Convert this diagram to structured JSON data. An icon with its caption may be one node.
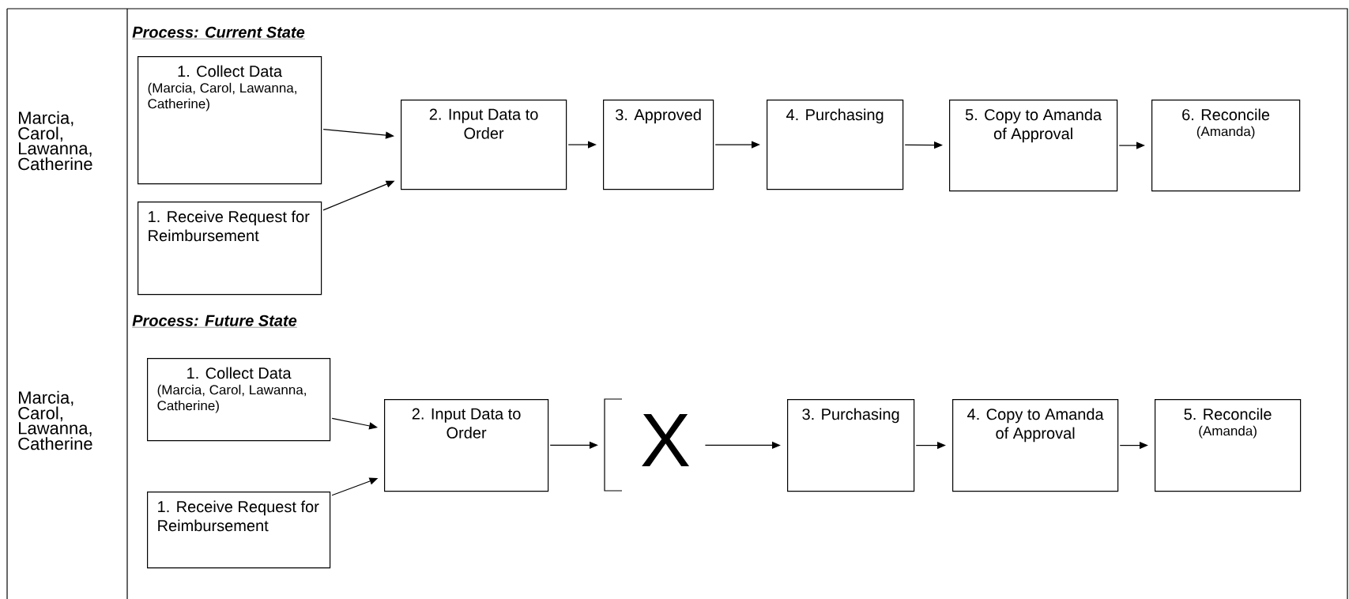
{
  "diagram": {
    "nodes": [
      {
        "text": [
          "1. Collect Data",
          "(Marcia, Carol, Lawanna, Catherine)"
        ]
      },
      {
        "text": [
          "1. Receive Request for Reimbursement"
        ]
      },
      {
        "text": [
          "2. Input Data to Order"
        ]
      },
      {
        "text": [
          "3. Approved"
        ]
      },
      {
        "text": [
          "4. Purchasing"
        ]
      },
      {
        "text": [
          "5. Copy to Amanda of Approval"
        ]
      },
      {
        "text": [
          "6. Reconcile",
          "(Amanda)"
        ]
      },
      {
        "text": [
          "1. Collect Data",
          "(Marcia, Carol, Lawanna, Catherine)"
        ]
      },
      {
        "text": [
          "1. Receive Request for Reimbursement"
        ]
      },
      {
        "text": [
          "2. Input Data to Order"
        ]
      },
      {
        "text": [
          "X"
        ]
      },
      {
        "text": [
          "3. Purchasing"
        ]
      },
      {
        "text": [
          "4. Copy to Amanda of Approval"
        ]
      },
      {
        "text": [
          "5. Reconcile",
          "(Amanda)"
        ]
      }
    ],
    "edges": [
      {
        "from": 0,
        "to": 2,
        "arrow": "to"
      },
      {
        "from": 1,
        "to": 2,
        "arrow": "to"
      },
      {
        "from": 2,
        "to": 3,
        "arrow": "to"
      },
      {
        "from": 3,
        "to": 4,
        "arrow": "to"
      },
      {
        "from": 4,
        "to": 5,
        "arrow": "to"
      },
      {
        "from": 5,
        "to": 6,
        "arrow": "to"
      },
      {
        "from": 7,
        "to": 9,
        "arrow": "to"
      },
      {
        "from": 8,
        "to": 9,
        "arrow": "to"
      },
      {
        "from": 9,
        "to": 10,
        "arrow": "to"
      },
      {
        "from": 10,
        "to": 11,
        "arrow": "to"
      },
      {
        "from": 11,
        "to": 12,
        "arrow": "to"
      },
      {
        "from": 12,
        "to": 13,
        "arrow": "to"
      }
    ],
    "labels": [
      "Process: Current State",
      "Marcia, Carol, Lawanna, Catherine",
      "Process: Future State",
      "Marcia, Carol, Lawanna, Catherine"
    ]
  }
}
